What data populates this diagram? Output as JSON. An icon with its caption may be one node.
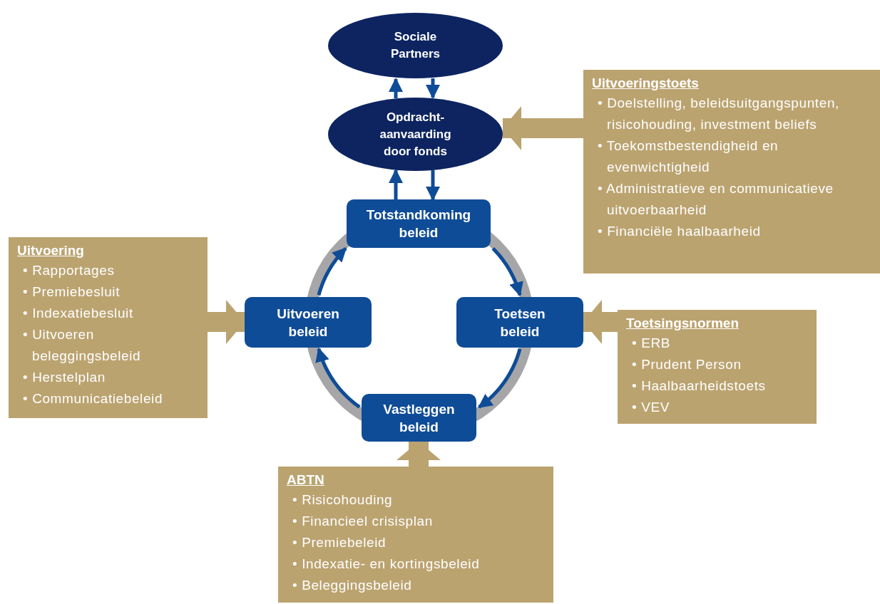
{
  "diagram": {
    "nodes": [
      {
        "text": [
          "Sociale Partners"
        ]
      },
      {
        "text": [
          "Opdracht-aanvaarding door fonds"
        ]
      },
      {
        "text": [
          "Totstandkoming beleid"
        ]
      },
      {
        "text": [
          "Toetsen beleid"
        ]
      },
      {
        "text": [
          "Vastleggen beleid"
        ]
      },
      {
        "text": [
          "Uitvoeren beleid"
        ]
      },
      {
        "text": [
          "Uitvoeringstoets",
          "• Doelstelling, beleidsuitgangspunten, risicohouding, investment beliefs",
          "• Toekomstbestendigheid en evenwichtigheid",
          "• Administratieve en communicatieve uitvoerbaarheid",
          "• Financiële haalbaarheid"
        ]
      },
      {
        "text": [
          "Uitvoering",
          "• Rapportages",
          "• Premiebesluit",
          "• Indexatiebesluit",
          "• Uitvoeren beleggingsbeleid",
          "• Herstelplan",
          "• Communicatiebeleid"
        ]
      },
      {
        "text": [
          "Toetsingsnormen",
          "• ERB",
          "• Prudent Person",
          "• Haalbaarheidstoets",
          "• VEV"
        ]
      },
      {
        "text": [
          "ABTN",
          "• Risicohouding",
          "• Financieel crisisplan",
          "• Premiebeleid",
          "• Indexatie- en kortingsbeleid",
          "• Beleggingsbeleid"
        ]
      }
    ],
    "edges": [
      {
        "from": 1,
        "to": 0,
        "arrow": "to"
      },
      {
        "from": 0,
        "to": 1,
        "arrow": "to"
      },
      {
        "from": 2,
        "to": 1,
        "arrow": "to"
      },
      {
        "from": 1,
        "to": 2,
        "arrow": "to"
      },
      {
        "from": 2,
        "to": 3,
        "arrow": "to"
      },
      {
        "from": 3,
        "to": 4,
        "arrow": "to"
      },
      {
        "from": 4,
        "to": 5,
        "arrow": "to"
      },
      {
        "from": 5,
        "to": 2,
        "arrow": "to"
      },
      {
        "from": 6,
        "to": 1,
        "arrow": "to",
        "style": "thick",
        "color": "#bba370"
      },
      {
        "from": 7,
        "to": 5,
        "arrow": "to",
        "style": "thick",
        "color": "#bba370"
      },
      {
        "from": 8,
        "to": 3,
        "arrow": "to",
        "style": "thick",
        "color": "#bba370"
      },
      {
        "from": 9,
        "to": 4,
        "arrow": "to",
        "style": "thick",
        "color": "#bba370"
      }
    ]
  }
}
